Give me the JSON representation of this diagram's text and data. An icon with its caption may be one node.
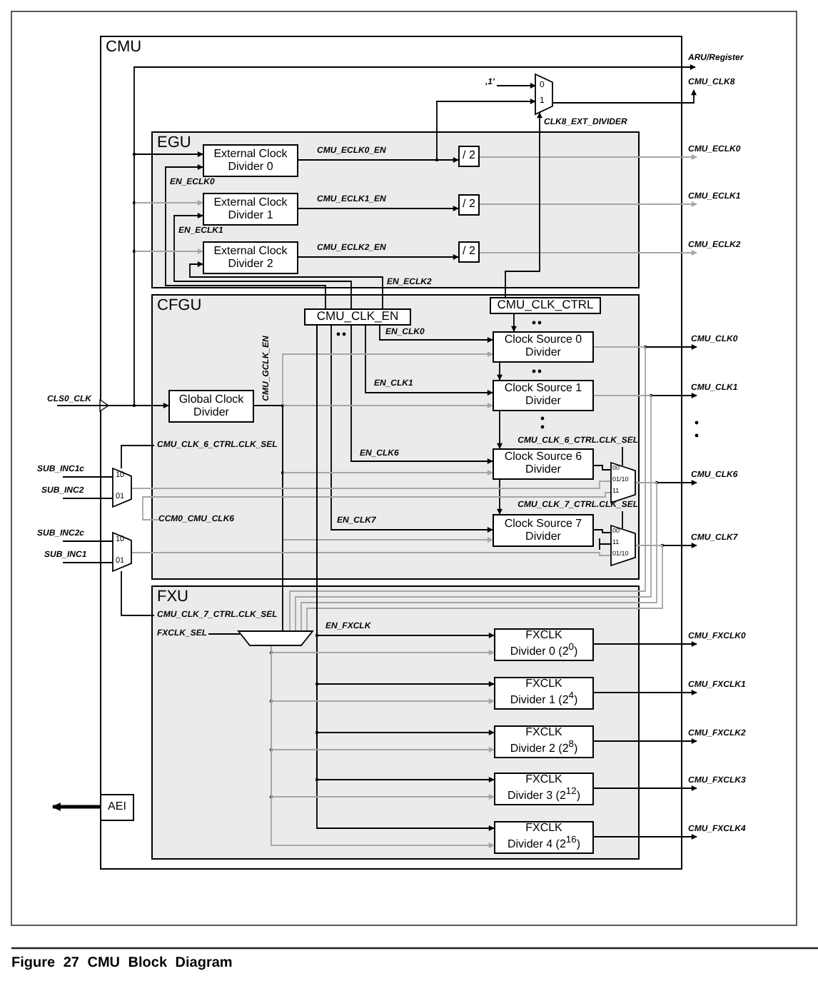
{
  "diagram": {
    "caption": "Figure 27 CMU Block Diagram",
    "nodes": [
      {
        "text": [
          "CMU"
        ]
      },
      {
        "text": [
          "EGU"
        ],
        "in": 0
      },
      {
        "text": [
          "External Clock Divider 0"
        ],
        "in": 1
      },
      {
        "text": [
          "External Clock Divider 1"
        ],
        "in": 1
      },
      {
        "text": [
          "External Clock Divider 2"
        ],
        "in": 1
      },
      {
        "text": [
          "/ 2"
        ],
        "in": 1
      },
      {
        "text": [
          "/ 2"
        ],
        "in": 1
      },
      {
        "text": [
          "/ 2"
        ],
        "in": 1
      },
      {
        "text": [
          "0",
          "1"
        ],
        "in": 0
      },
      {
        "text": [
          "CFGU"
        ],
        "in": 0
      },
      {
        "text": [
          "CMU_CLK_EN"
        ],
        "in": 9
      },
      {
        "text": [
          "CMU_CLK_CTRL"
        ],
        "in": 9
      },
      {
        "text": [
          "Global Clock Divider"
        ],
        "in": 9
      },
      {
        "text": [
          "Clock Source 0 Divider"
        ],
        "in": 9
      },
      {
        "text": [
          "Clock Source 1 Divider"
        ],
        "in": 9
      },
      {
        "text": [
          "Clock Source 6 Divider"
        ],
        "in": 9
      },
      {
        "text": [
          "Clock Source 7 Divider"
        ],
        "in": 9
      },
      {
        "text": [
          "00",
          "01/10",
          "11"
        ],
        "in": 9
      },
      {
        "text": [
          "00",
          "11",
          "01/10"
        ],
        "in": 9
      },
      {
        "text": [
          "10",
          "01"
        ],
        "in": 0
      },
      {
        "text": [
          "10",
          "01"
        ],
        "in": 0
      },
      {
        "text": [
          "FXU"
        ],
        "in": 0
      },
      {
        "text": [],
        "shape": "trapezoid",
        "in": 21
      },
      {
        "text": [
          "FXCLK Divider 0 (2$^{0}$)"
        ],
        "in": 21
      },
      {
        "text": [
          "FXCLK Divider 1 (2$^{4}$)"
        ],
        "in": 21
      },
      {
        "text": [
          "FXCLK Divider 2 (2$^{8}$)"
        ],
        "in": 21
      },
      {
        "text": [
          "FXCLK Divider 3 (2$^{12}$)"
        ],
        "in": 21
      },
      {
        "text": [
          "FXCLK Divider 4 (2$^{16}$)"
        ],
        "in": 21
      },
      {
        "text": [
          "AEI"
        ],
        "in": 0
      },
      {
        "text": [
          "ARU/Register"
        ]
      },
      {
        "text": [
          ",1'"
        ],
        "in": 0
      },
      {
        "text": [
          "CMU_CLK8"
        ]
      },
      {
        "text": [
          "CMU_ECLK0"
        ]
      },
      {
        "text": [
          "CMU_ECLK1"
        ]
      },
      {
        "text": [
          "CMU_ECLK2"
        ]
      },
      {
        "text": [
          "CMU_CLK0"
        ]
      },
      {
        "text": [
          "CMU_CLK1"
        ]
      },
      {
        "text": [
          "CLS0_CLK"
        ]
      },
      {
        "text": [
          "CMU_CLK_6_CTRL.CLK_SEL"
        ],
        "in": 9
      },
      {
        "text": [
          "CMU_CLK_6_CTRL.CLK_SEL"
        ],
        "in": 9
      },
      {
        "text": [
          "SUB_INC1c"
        ]
      },
      {
        "text": [
          "CMU_CLK6"
        ]
      },
      {
        "text": [
          "SUB_INC2"
        ]
      },
      {
        "text": [
          "CMU_CLK_7_CTRL.CLK_SEL"
        ],
        "in": 9
      },
      {
        "text": [
          "SUB_INC2c"
        ]
      },
      {
        "text": [
          "CMU_CLK7"
        ]
      },
      {
        "text": [
          "SUB_INC1"
        ]
      },
      {
        "text": [
          "CMU_CLK_7_CTRL.CLK_SEL"
        ],
        "in": 21
      },
      {
        "text": [
          "FXCLK_SEL"
        ],
        "in": 21
      },
      {
        "text": [
          "CMU_FXCLK0"
        ]
      },
      {
        "text": [
          "CMU_FXCLK1"
        ]
      },
      {
        "text": [
          "CMU_FXCLK2"
        ]
      },
      {
        "text": [
          "CMU_FXCLK3"
        ]
      },
      {
        "text": [
          "CMU_FXCLK4"
        ]
      },
      {
        "text": [
          "CCM0_CMU_CLK6"
        ],
        "in": 9
      }
    ],
    "edges": [
      {
        "from": 2,
        "to": 5,
        "arrow": "to",
        "label": "CMU_ECLK0_EN"
      },
      {
        "from": 3,
        "to": 6,
        "arrow": "to",
        "label": "CMU_ECLK1_EN"
      },
      {
        "from": 4,
        "to": 7,
        "arrow": "to",
        "label": "CMU_ECLK2_EN"
      },
      {
        "from": 5,
        "to": 32,
        "arrow": "to",
        "color": "#a6a6a6"
      },
      {
        "from": 6,
        "to": 33,
        "arrow": "to",
        "color": "#a6a6a6"
      },
      {
        "from": 7,
        "to": 34,
        "arrow": "to",
        "color": "#a6a6a6"
      },
      {
        "from": 2,
        "to": 8,
        "arrow": "to"
      },
      {
        "from": 30,
        "to": 8,
        "arrow": "to"
      },
      {
        "from": 8,
        "to": 31,
        "arrow": "to"
      },
      {
        "from": 11,
        "to": 8,
        "arrow": "to",
        "label": "CLK8_EXT_DIVIDER"
      },
      {
        "from": 10,
        "to": 2,
        "arrow": "to",
        "label": "EN_ECLK0"
      },
      {
        "from": 10,
        "to": 3,
        "arrow": "to",
        "label": "EN_ECLK1"
      },
      {
        "from": 10,
        "to": 4,
        "arrow": "to",
        "label": "EN_ECLK2"
      },
      {
        "from": null,
        "to": 2,
        "arrow": "to"
      },
      {
        "from": null,
        "to": 3,
        "arrow": "to",
        "color": "#a6a6a6"
      },
      {
        "from": null,
        "to": 4,
        "arrow": "to",
        "color": "#a6a6a6"
      },
      {
        "from": 37,
        "to": 12,
        "arrow": "to"
      },
      {
        "from": 10,
        "to": 13,
        "arrow": "to",
        "label": "EN_CLK0"
      },
      {
        "from": 10,
        "to": 14,
        "arrow": "to",
        "label": "EN_CLK1"
      },
      {
        "from": 10,
        "to": 15,
        "arrow": "to",
        "label": "EN_CLK6"
      },
      {
        "from": 10,
        "to": 16,
        "arrow": "to",
        "label": "EN_CLK7"
      },
      {
        "from": 12,
        "to": 13,
        "arrow": "to",
        "color": "#a6a6a6",
        "label": "CMU_GCLK_EN"
      },
      {
        "from": 12,
        "to": 14,
        "arrow": "to",
        "color": "#a6a6a6"
      },
      {
        "from": 12,
        "to": 15,
        "arrow": "to",
        "color": "#a6a6a6"
      },
      {
        "from": 12,
        "to": 16,
        "arrow": "to",
        "color": "#a6a6a6"
      },
      {
        "from": 12,
        "to": 22,
        "arrow": "none"
      },
      {
        "from": 11,
        "to": 13,
        "arrow": "to"
      },
      {
        "from": 13,
        "to": 14,
        "arrow": "to"
      },
      {
        "from": 14,
        "to": 15,
        "arrow": "to"
      },
      {
        "from": 15,
        "to": 16,
        "arrow": "to"
      },
      {
        "from": 13,
        "to": 35,
        "arrow": "to"
      },
      {
        "from": 14,
        "to": 36,
        "arrow": "to"
      },
      {
        "from": 15,
        "to": 17,
        "arrow": "none"
      },
      {
        "from": 17,
        "to": 41,
        "arrow": "to"
      },
      {
        "from": 16,
        "to": 18,
        "arrow": "none"
      },
      {
        "from": 18,
        "to": 45,
        "arrow": "to"
      },
      {
        "from": 40,
        "to": 19,
        "arrow": "none"
      },
      {
        "from": 42,
        "to": 19,
        "arrow": "none"
      },
      {
        "from": 44,
        "to": 20,
        "arrow": "none"
      },
      {
        "from": 46,
        "to": 20,
        "arrow": "none"
      },
      {
        "from": 19,
        "to": 17,
        "arrow": "none",
        "color": "#a6a6a6"
      },
      {
        "from": 54,
        "to": 17,
        "arrow": "none",
        "color": "#a6a6a6"
      },
      {
        "from": 20,
        "to": 18,
        "arrow": "none",
        "color": "#a6a6a6"
      },
      {
        "from": 13,
        "to": 22,
        "arrow": "none",
        "color": "#a6a6a6"
      },
      {
        "from": 14,
        "to": 22,
        "arrow": "none",
        "color": "#a6a6a6"
      },
      {
        "from": 17,
        "to": 22,
        "arrow": "none",
        "color": "#a6a6a6"
      },
      {
        "from": 18,
        "to": 22,
        "arrow": "none",
        "color": "#a6a6a6"
      },
      {
        "from": 10,
        "to": 23,
        "arrow": "to",
        "label": "EN_FXCLK"
      },
      {
        "from": 10,
        "to": 24,
        "arrow": "to"
      },
      {
        "from": 10,
        "to": 25,
        "arrow": "to"
      },
      {
        "from": 10,
        "to": 26,
        "arrow": "to"
      },
      {
        "from": 10,
        "to": 27,
        "arrow": "to"
      },
      {
        "from": 22,
        "to": 23,
        "arrow": "to",
        "color": "#a6a6a6"
      },
      {
        "from": 22,
        "to": 24,
        "arrow": "to",
        "color": "#a6a6a6"
      },
      {
        "from": 22,
        "to": 25,
        "arrow": "to",
        "color": "#a6a6a6"
      },
      {
        "from": 22,
        "to": 26,
        "arrow": "to",
        "color": "#a6a6a6"
      },
      {
        "from": 22,
        "to": 27,
        "arrow": "to",
        "color": "#a6a6a6"
      },
      {
        "from": 23,
        "to": 49,
        "arrow": "to"
      },
      {
        "from": 24,
        "to": 50,
        "arrow": "to"
      },
      {
        "from": 25,
        "to": 51,
        "arrow": "to"
      },
      {
        "from": 26,
        "to": 52,
        "arrow": "to"
      },
      {
        "from": 27,
        "to": 53,
        "arrow": "to"
      },
      {
        "from": 28,
        "to": null,
        "arrow": "to",
        "style": "thick"
      },
      {
        "from": 37,
        "to": 29,
        "arrow": "to"
      },
      {
        "from": 38,
        "to": 19,
        "arrow": "none"
      },
      {
        "from": 39,
        "to": 17,
        "arrow": "none"
      },
      {
        "from": 43,
        "to": 18,
        "arrow": "none"
      },
      {
        "from": 47,
        "to": 20,
        "arrow": "none"
      },
      {
        "from": 48,
        "to": 22,
        "arrow": "none"
      }
    ]
  }
}
